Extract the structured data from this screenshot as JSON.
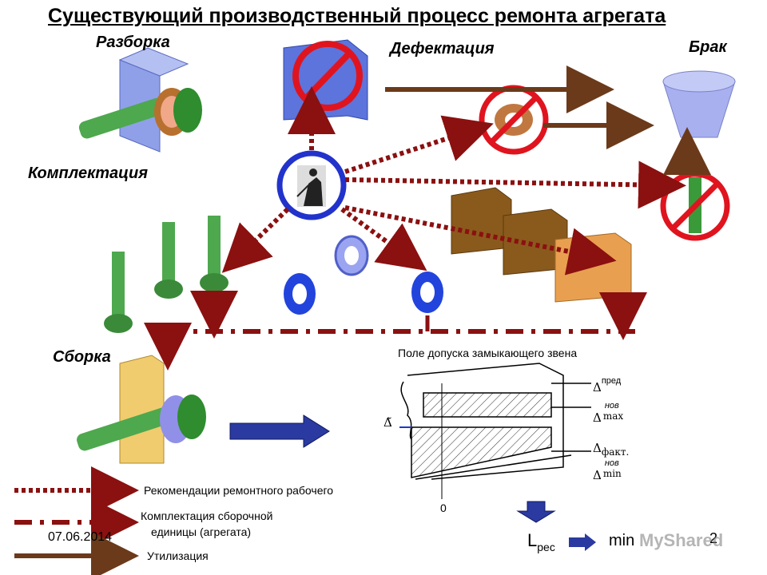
{
  "title": "Существующий производственный процесс ремонта агрегата",
  "stages": {
    "disassembly": "Разборка",
    "defect": "Дефектация",
    "scrap": "Брак",
    "kit": "Комплектация",
    "assembly": "Сборка"
  },
  "tolerance": {
    "caption": "Поле допуска замыкающего звена",
    "delta": "Δ",
    "pred": "пред",
    "new": "нов",
    "max": "max",
    "fakt": "факт.",
    "min": "min",
    "tilde_delta": "Δ̃",
    "zero": "0"
  },
  "legend": {
    "recommend": "Рекомендации ремонтного рабочего",
    "kit_line1": "Комплектация сборочной",
    "kit_line2": "единицы (агрегата)",
    "utilize": "Утилизация"
  },
  "formula": {
    "L": "L",
    "sub": "рес",
    "result": "min"
  },
  "footer": {
    "date": "07.06.2014",
    "page": "2",
    "watermark": "MyShared"
  },
  "colors": {
    "dotted_red": "#8b1010",
    "brown": "#6b3a1a",
    "prohibit": "#e0141e",
    "blue_part": "#2244dd",
    "green_part": "#3a9a3a"
  }
}
